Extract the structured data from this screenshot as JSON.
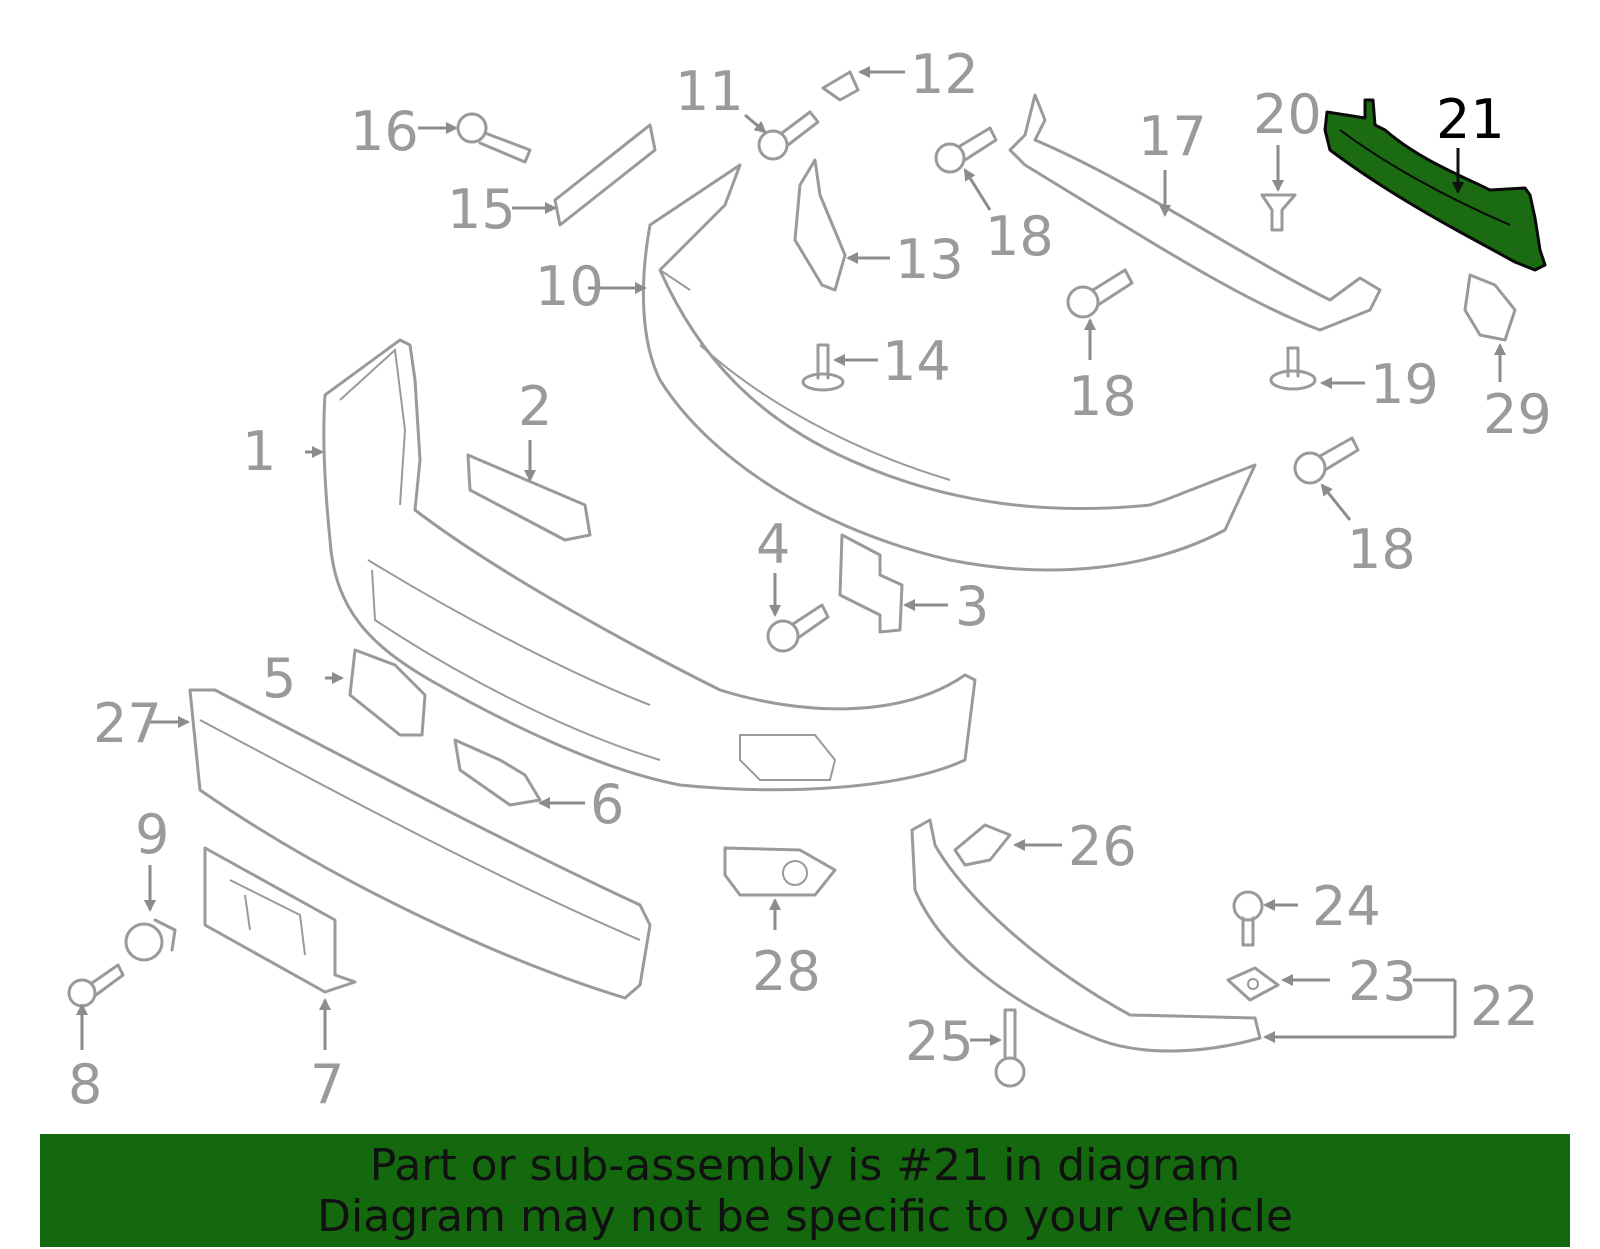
{
  "diagram": {
    "highlighted_part": "21",
    "callouts": {
      "c1": "1",
      "c2": "2",
      "c3": "3",
      "c4": "4",
      "c5": "5",
      "c6": "6",
      "c7": "7",
      "c8": "8",
      "c9": "9",
      "c10": "10",
      "c11": "11",
      "c12": "12",
      "c13": "13",
      "c14": "14",
      "c15": "15",
      "c16": "16",
      "c17": "17",
      "c18a": "18",
      "c18b": "18",
      "c18c": "18",
      "c19": "19",
      "c20": "20",
      "c21": "21",
      "c22": "22",
      "c23": "23",
      "c24": "24",
      "c25": "25",
      "c26": "26",
      "c27": "27",
      "c28": "28",
      "c29": "29"
    },
    "colors": {
      "highlight": "#1a6b12",
      "banner": "#14690f",
      "parts": "#9a9a9a"
    }
  },
  "banner": {
    "line1": "Part or sub-assembly is #21 in diagram",
    "line2": "Diagram may not be specific to your vehicle"
  }
}
